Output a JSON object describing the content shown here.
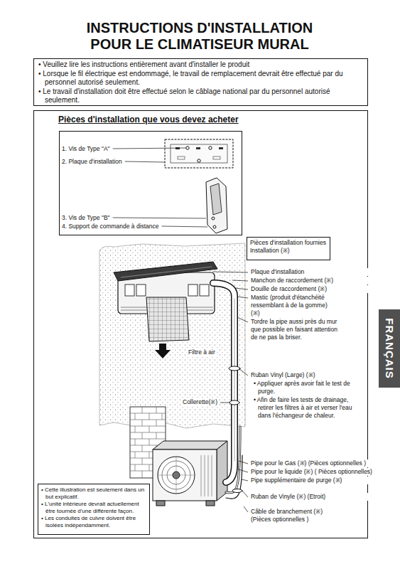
{
  "diagram": {
    "title": "INSTRUCTIONS D'INSTALLATION POUR LE CLIMATISEUR MURAL",
    "nodes": [
      {
        "text": [
          "• Veuillez lire les instructions entièrement avant d'installer le produit",
          "• Lorsque le fil électrique est endommagé, le travail de remplacement devrait être effectué par du personnel autorisé seulement.",
          "• Le travail d'installation doit être effectué selon le câblage national par du personnel autorisé seulement."
        ]
      },
      {
        "text": [
          "Pièces d'installation que vous devez acheter"
        ]
      },
      {
        "text": [
          "1. Vis de Type \"A\"",
          "2. Plaque d'installation",
          "3. Vis de Type \"B\"",
          "4. Support de commande à distance"
        ],
        "in": 1
      },
      {
        "text": [
          "Pièces d'installation fournies Installation (※)"
        ],
        "in": 1
      },
      {
        "text": [
          "• Cette illustration est seulement dans un but explicatif.",
          "• L'unité intérieure devrait actuellement être tournée d'une différente façon.",
          "• Les conduites de cuivre doivent être isolées indépendamment."
        ],
        "in": 1
      },
      {
        "text": [
          "FRANÇAIS"
        ]
      }
    ],
    "labels": [
      "Plaque d'installation",
      "Manchon de raccordement (※)",
      "Douille de raccordement (※)",
      "Mastic (produit d'étanchéité ressemblant à de la gomme)(※)",
      "Tordre la pipe aussi près du mur que possible en faisant attention de ne pas la briser.",
      "Filtre à air",
      "Ruban Vinyl (Large) (※)",
      "• Appliquer après avoir fait le test de purge.",
      "• Afin de faire les tests de drainage, retirer les filtres à air et verser l'eau dans l'échangeur de chaleur.",
      "Collerette(※)",
      "Pipe pour le Gas (※) (Pièces optionnelles )",
      "Pipe pour le liquide (※) ( Pièces optionnelles)",
      "Pipe supplémentaire de purge (※)",
      "Ruban de Vinyle (※) (Etroit)",
      "Câble de branchement (※) (Pièces optionnelles )"
    ]
  }
}
